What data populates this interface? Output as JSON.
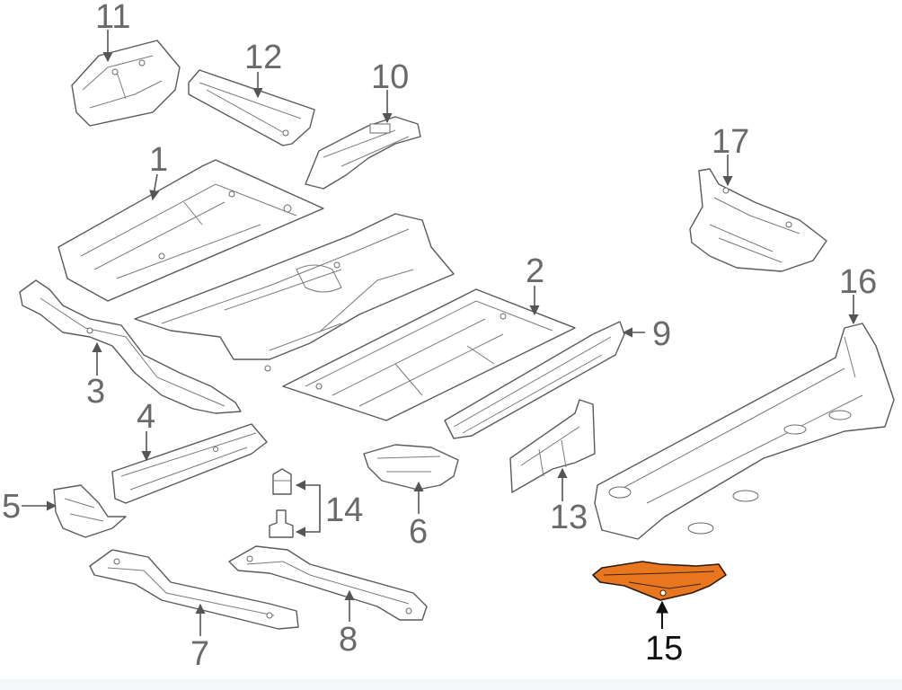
{
  "callouts": {
    "c1": "1",
    "c2": "2",
    "c3": "3",
    "c4": "4",
    "c5": "5",
    "c6": "6",
    "c7": "7",
    "c8": "8",
    "c9": "9",
    "c10": "10",
    "c11": "11",
    "c12": "12",
    "c13": "13",
    "c14": "14",
    "c15": "15",
    "c16": "16",
    "c17": "17"
  },
  "colors": {
    "highlight_part": "#e8761e",
    "line_art": "#5a5a5a",
    "callout_text": "#6a6a6a",
    "highlight_callout_text": "#111111"
  },
  "highlighted_part": "15"
}
